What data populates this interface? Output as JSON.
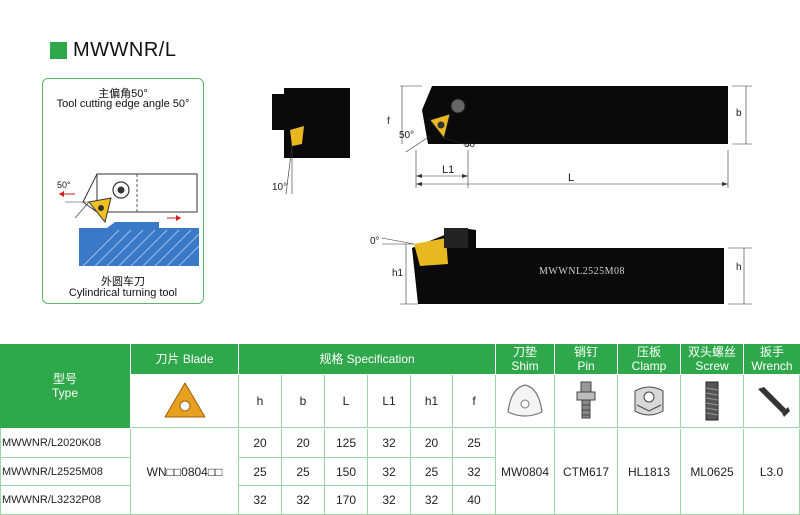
{
  "header": {
    "title": "MWWNR/L"
  },
  "infobox": {
    "angle_cn": "主偏角50°",
    "angle_en": "Tool cutting edge angle 50°",
    "turn_cn": "外圆车刀",
    "turn_en": "Cylindrical turning tool",
    "angle_label": "50°"
  },
  "drawings": {
    "side_angle": "10°",
    "top_angle_left": "50°",
    "top_angle_right": "50°",
    "dim_f": "f",
    "dim_b": "b",
    "dim_L1": "L1",
    "dim_L": "L",
    "front_angle": "0°",
    "dim_h1": "h1",
    "dim_h": "h",
    "shank_marking": "MWWNL2525M08"
  },
  "table": {
    "headers": {
      "type_cn": "型号",
      "type_en": "Type",
      "blade": "刀片 Blade",
      "spec": "规格 Specification",
      "shim_cn": "刀垫",
      "shim_en": "Shim",
      "pin_cn": "销钉",
      "pin_en": "Pin",
      "clamp_cn": "压板",
      "clamp_en": "Clamp",
      "screw_cn": "双头螺丝",
      "screw_en": "Screw",
      "wrench_cn": "扳手",
      "wrench_en": "Wrench"
    },
    "spec_cols": [
      "h",
      "b",
      "L",
      "L1",
      "h1",
      "f"
    ],
    "rows": [
      {
        "type": "MWWNR/L2020K08",
        "vals": [
          "20",
          "20",
          "125",
          "32",
          "20",
          "25"
        ]
      },
      {
        "type": "MWWNR/L2525M08",
        "vals": [
          "25",
          "25",
          "150",
          "32",
          "25",
          "32"
        ]
      },
      {
        "type": "MWWNR/L3232P08",
        "vals": [
          "32",
          "32",
          "170",
          "32",
          "32",
          "40"
        ]
      }
    ],
    "blade_code": "WN□□0804□□",
    "shim": "MW0804",
    "pin": "CTM617",
    "clamp": "HL1813",
    "screw": "ML0625",
    "wrench": "L3.0"
  }
}
